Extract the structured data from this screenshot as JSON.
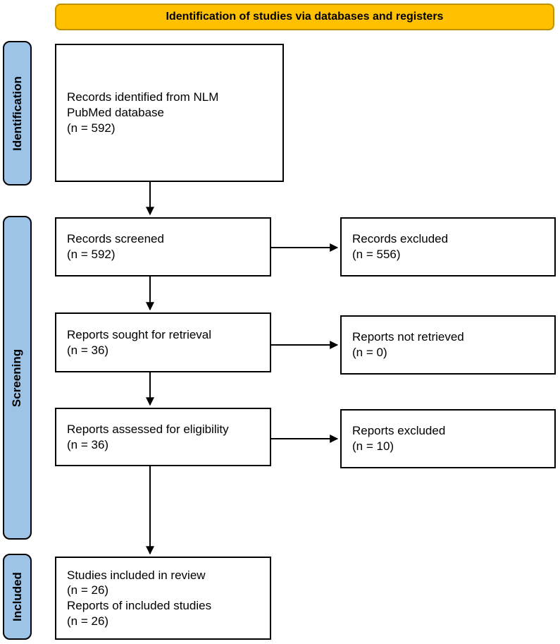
{
  "header": {
    "title": "Identification of studies via databases and registers"
  },
  "stages": [
    {
      "label": "Identification"
    },
    {
      "label": "Screening"
    },
    {
      "label": "Included"
    }
  ],
  "boxes": {
    "identified": {
      "text": "Records identified from NLM\nPubMed database\n(n = 592)"
    },
    "screened": {
      "text": "Records screened\n(n = 592)"
    },
    "records_excluded": {
      "text": "Records excluded\n(n = 556)"
    },
    "sought": {
      "text": "Reports sought for retrieval\n(n = 36)"
    },
    "not_retrieved": {
      "text": "Reports not retrieved\n(n = 0)"
    },
    "assessed": {
      "text": "Reports assessed for eligibility\n(n = 36)"
    },
    "reports_excluded": {
      "text": "Reports excluded\n(n = 10)"
    },
    "included": {
      "text": "Studies included in review\n(n = 26)\nReports of included studies\n(n = 26)"
    }
  },
  "colors": {
    "banner_fill": "#FFC000",
    "banner_border": "#BF9000",
    "stage_fill": "#9DC3E6",
    "stage_border": "#000000",
    "box_border": "#000000",
    "arrow": "#000000",
    "text": "#000000"
  }
}
